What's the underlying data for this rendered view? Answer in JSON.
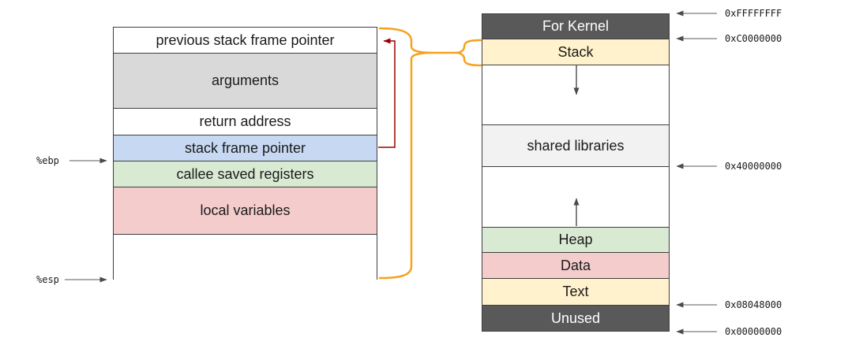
{
  "colors": {
    "border": "#3f3f3f",
    "orange": "#f6a21c",
    "darkred": "#990000",
    "arrowline": "#7a7a7a",
    "arrowhead": "#4a4a4a",
    "white": "#ffffff",
    "gray": "#d9d9d9",
    "blue": "#c7d8f2",
    "green": "#d9ead3",
    "pink": "#f4cccc",
    "yellow": "#fff2cc",
    "lightgray": "#f2f2f2",
    "dark": "#595959",
    "darktext": "#ffffff"
  },
  "stack_frame_diagram": {
    "rows": [
      {
        "label": "previous stack frame pointer"
      },
      {
        "label": "arguments"
      },
      {
        "label": "return address"
      },
      {
        "label": "stack frame pointer"
      },
      {
        "label": "callee saved registers"
      },
      {
        "label": "local variables"
      },
      {
        "label": ""
      }
    ],
    "register_labels": {
      "ebp": "%ebp",
      "esp": "%esp"
    }
  },
  "memory_layout_diagram": {
    "segments": [
      {
        "label": "For Kernel"
      },
      {
        "label": "Stack"
      },
      {
        "label": ""
      },
      {
        "label": "shared libraries"
      },
      {
        "label": ""
      },
      {
        "label": "Heap"
      },
      {
        "label": "Data"
      },
      {
        "label": "Text"
      },
      {
        "label": "Unused"
      }
    ],
    "addresses": [
      "0xFFFFFFFF",
      "0xC0000000",
      "0x40000000",
      "0x08048000",
      "0x00000000"
    ]
  }
}
